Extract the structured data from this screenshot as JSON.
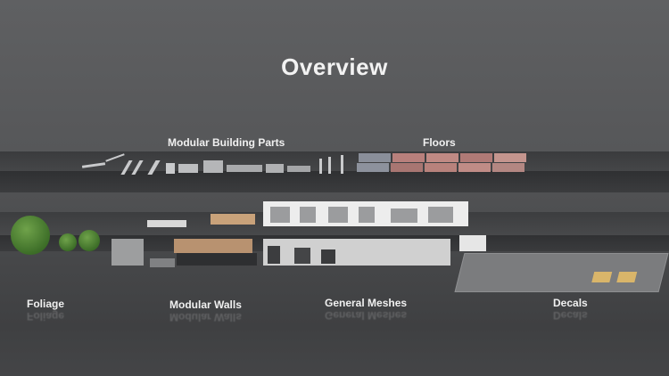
{
  "title": "Overview",
  "labels": {
    "modular_building_parts": "Modular Building Parts",
    "floors": "Floors",
    "foliage": "Foliage",
    "modular_walls": "Modular Walls",
    "general_meshes": "General Meshes",
    "decals": "Decals"
  },
  "colors": {
    "background": "#58595b",
    "text": "#f0f0f0",
    "floor_tile_grey": "#8a8f9a",
    "floor_tile_red": "#b8807c",
    "foliage_green": "#4f8a35",
    "decal_accent": "#d9b56a"
  }
}
